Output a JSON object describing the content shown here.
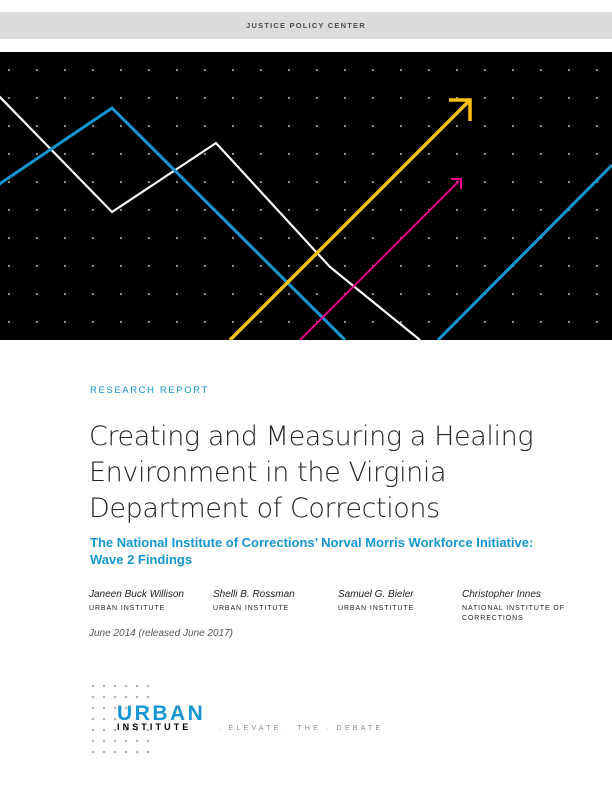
{
  "header": {
    "center_label": "JUSTICE POLICY CENTER"
  },
  "report": {
    "type_label": "RESEARCH REPORT",
    "title_lines": [
      "Creating and Measuring a Healing",
      "Environment in the Virginia",
      "Department of Corrections"
    ],
    "subtitle_lines": [
      "The National Institute of Corrections’ Norval Morris Workforce Initiative:",
      "Wave 2 Findings"
    ],
    "date": "June 2014 (released June 2017)"
  },
  "authors": [
    {
      "name": "Janeen Buck Willison",
      "affiliation": "URBAN INSTITUTE"
    },
    {
      "name": "Shelli B. Rossman",
      "affiliation": "URBAN INSTITUTE"
    },
    {
      "name": "Samuel G. Bieler",
      "affiliation": "URBAN INSTITUTE"
    },
    {
      "name": "Christopher Innes",
      "affiliation": "NATIONAL INSTITUTE OF\nCORRECTIONS"
    }
  ],
  "logo": {
    "word1": "URBAN",
    "word2": "INSTITUTE",
    "tagline": "· ELEVATE · THE · DEBATE",
    "colors": {
      "cyan": "#1696d2",
      "dark": "#000000"
    }
  },
  "hero": {
    "icon": "rising-arrows-graphic",
    "colors": {
      "yellow": "#fdbf11",
      "magenta": "#ec008b",
      "blue": "#1696d2",
      "white": "#ffffff"
    }
  }
}
